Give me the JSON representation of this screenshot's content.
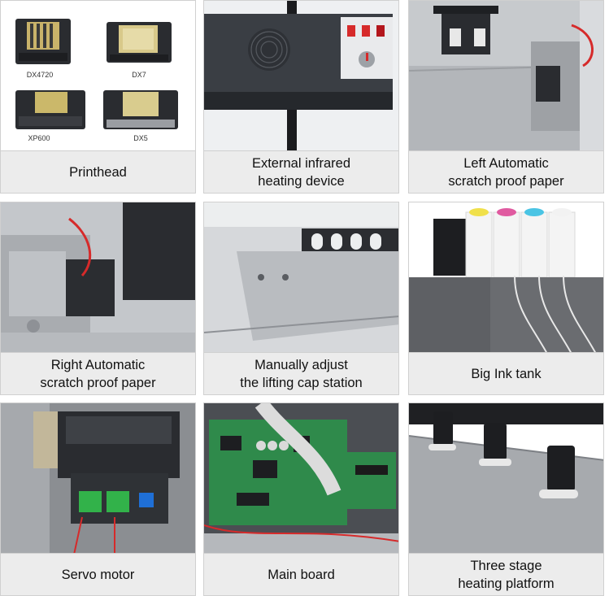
{
  "cells": [
    {
      "caption": "Printhead",
      "printhead_models": [
        "DX4720",
        "DX7",
        "XP600",
        "DX5"
      ]
    },
    {
      "caption": "External infrared\nheating device"
    },
    {
      "caption": "Left  Automatic\nscratch proof paper"
    },
    {
      "caption": "Right  Automatic\nscratch proof paper"
    },
    {
      "caption": "Manually adjust\nthe lifting cap station"
    },
    {
      "caption": "Big Ink tank"
    },
    {
      "caption": "Servo motor"
    },
    {
      "caption": "Main board"
    },
    {
      "caption": "Three stage\nheating platform"
    }
  ],
  "colors": {
    "caption_bg": "#ececec",
    "border": "#d0d0d0",
    "metal": "#b9bcc0",
    "dark_panel": "#2f3236",
    "pcb_green": "#2f8a4b",
    "accent_red": "#d62a2a"
  }
}
